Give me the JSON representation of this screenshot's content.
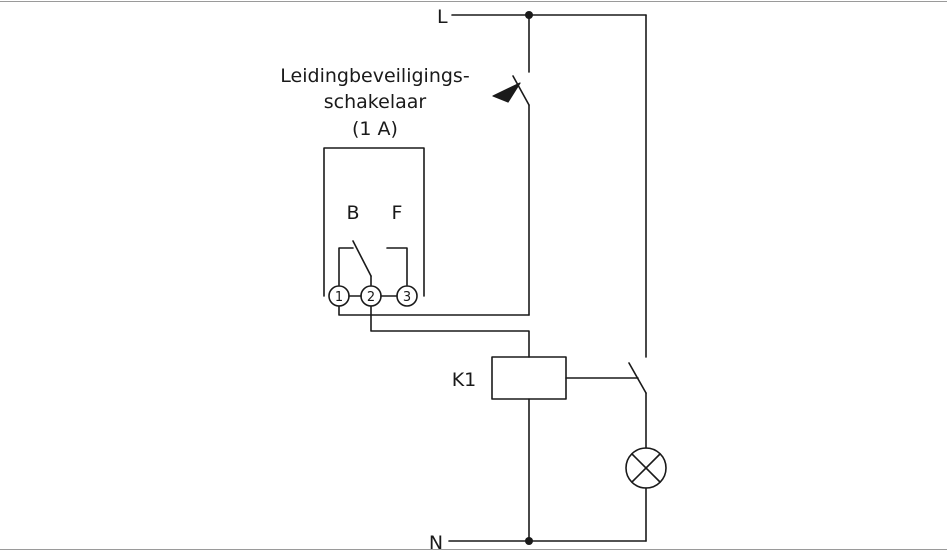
{
  "diagram": {
    "line_label": "L",
    "neutral_label": "N",
    "breaker_title_line1": "Leidingbeveiligings-",
    "breaker_title_line2": "schakelaar",
    "breaker_rating": "(1 A)",
    "contact_b": "B",
    "contact_f": "F",
    "terminal_1": "1",
    "terminal_2": "2",
    "terminal_3": "3",
    "relay_label": "K1",
    "line_color": "#1a1a1a"
  }
}
